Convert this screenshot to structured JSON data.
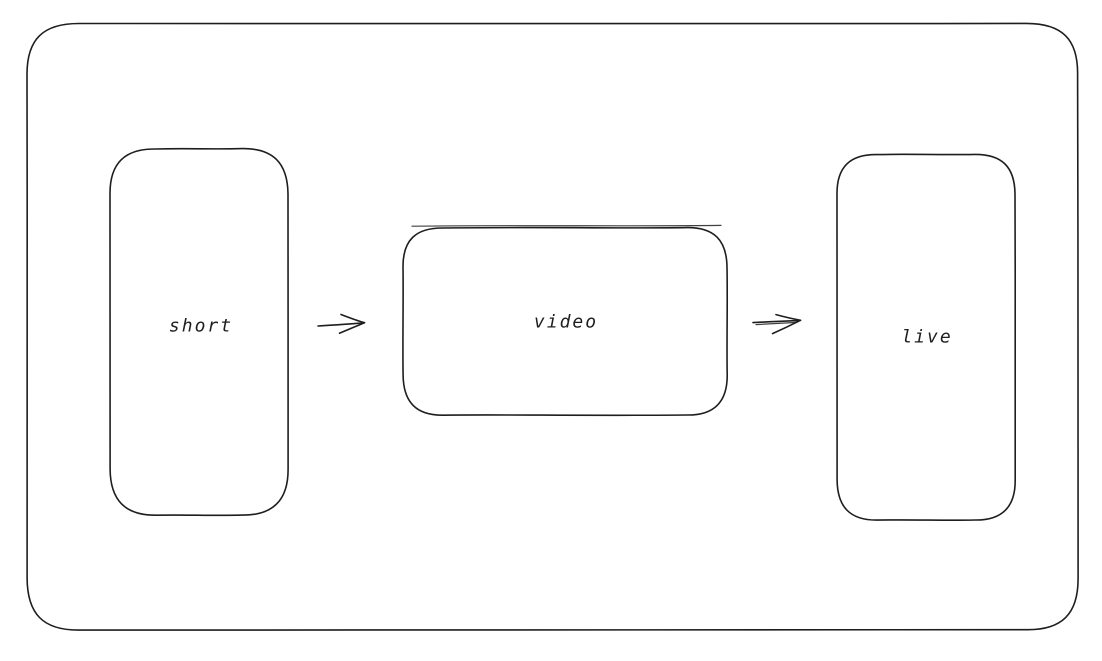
{
  "canvas": {
    "background": "#ffffff",
    "stroke_color": "#1e1e1e"
  },
  "diagram": {
    "type": "flowchart",
    "style": "hand-drawn",
    "frame": {
      "shape": "rounded-rectangle"
    },
    "nodes": [
      {
        "id": "short",
        "label": "short",
        "shape": "rounded-rectangle",
        "orientation": "portrait"
      },
      {
        "id": "video",
        "label": "video",
        "shape": "rounded-rectangle",
        "orientation": "landscape"
      },
      {
        "id": "live",
        "label": "live",
        "shape": "rounded-rectangle",
        "orientation": "portrait"
      }
    ],
    "edges": [
      {
        "from": "short",
        "to": "video",
        "style": "arrow-right"
      },
      {
        "from": "video",
        "to": "live",
        "style": "arrow-right"
      }
    ]
  }
}
